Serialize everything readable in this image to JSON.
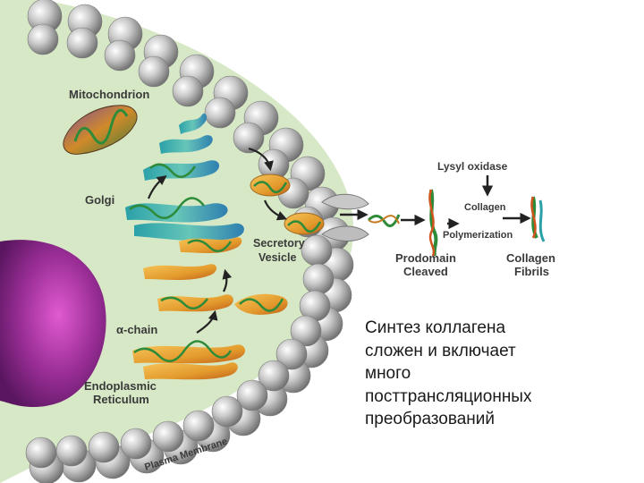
{
  "labels": {
    "mitochondrion": "Mitochondrion",
    "golgi": "Golgi",
    "secretory_1": "Secretory",
    "secretory_2": "Vesicle",
    "alpha_chain": "α-chain",
    "er_1": "Endoplasmic",
    "er_2": "Reticulum",
    "plasma_membrane": "Plasma Membrane",
    "lysyl_oxidase": "Lysyl oxidase",
    "collagen": "Collagen",
    "polymerization": "Polymerization",
    "prodomain_1": "Prodomain",
    "prodomain_2": "Cleaved",
    "fibrils_1": "Collagen",
    "fibrils_2": "Fibrils"
  },
  "caption": {
    "line1": "Синтез коллагена",
    "line2": "сложен и включает",
    "line3": "много",
    "line4": "посттрансляционных",
    "line5": "преобразований"
  },
  "colors": {
    "cytoplasm": "#d7e8c6",
    "nucleus": "#8a2a8a",
    "membrane_bead": "#9a9a9a",
    "arrow": "#222222",
    "helix_green": "#2e8b3a"
  }
}
